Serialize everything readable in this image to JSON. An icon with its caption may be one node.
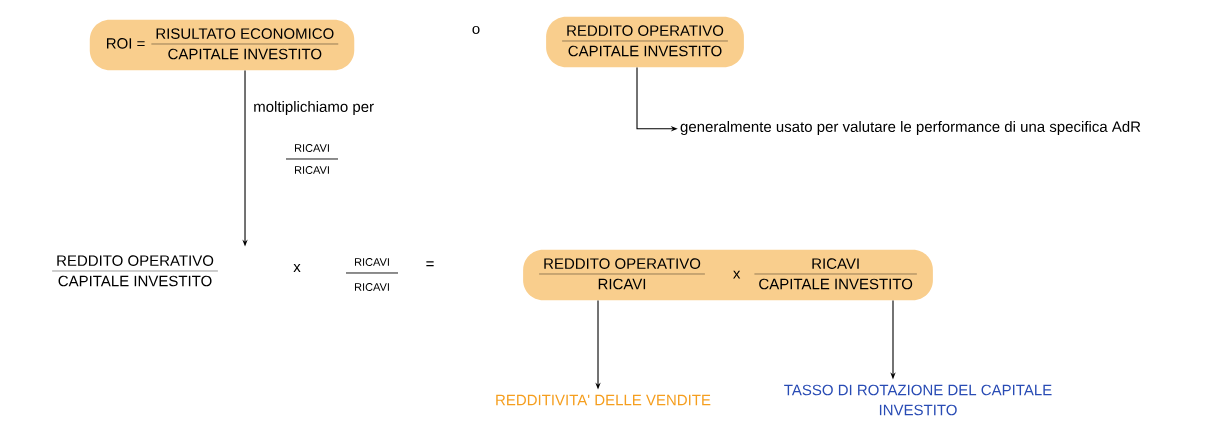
{
  "diagram": {
    "nodes": [
      {
        "text": [
          "ROI =",
          "RISULTATO ECONOMICO",
          "CAPITALE INVESTITO"
        ]
      },
      {
        "text": [
          "REDDITO OPERATIVO",
          "CAPITALE INVESTITO"
        ]
      },
      {
        "text": [
          "generalmente usato per valutare le performance di una specifica AdR"
        ]
      },
      {
        "text": [
          "REDDITO OPERATIVO",
          "CAPITALE INVESTITO"
        ]
      },
      {
        "text": [
          "REDDITO OPERATIVO",
          "RICAVI",
          "x",
          "RICAVI",
          "CAPITALE INVESTITO"
        ]
      },
      {
        "text": [
          "REDDITIVITA' DELLE VENDITE"
        ]
      },
      {
        "text": [
          "TASSO DI ROTAZIONE DEL CAPITALE INVESTITO"
        ]
      }
    ],
    "edges": [
      {
        "from": 0,
        "to": 3,
        "arrow": "to",
        "label": "moltiplichiamo per"
      },
      {
        "from": 1,
        "to": 2,
        "arrow": "to"
      },
      {
        "from": 4,
        "to": 5,
        "arrow": "to"
      },
      {
        "from": 4,
        "to": 6,
        "arrow": "to"
      }
    ],
    "labels": [
      "o",
      "RICAVI",
      "RICAVI",
      "x",
      "RICAVI",
      "RICAVI",
      "="
    ]
  }
}
